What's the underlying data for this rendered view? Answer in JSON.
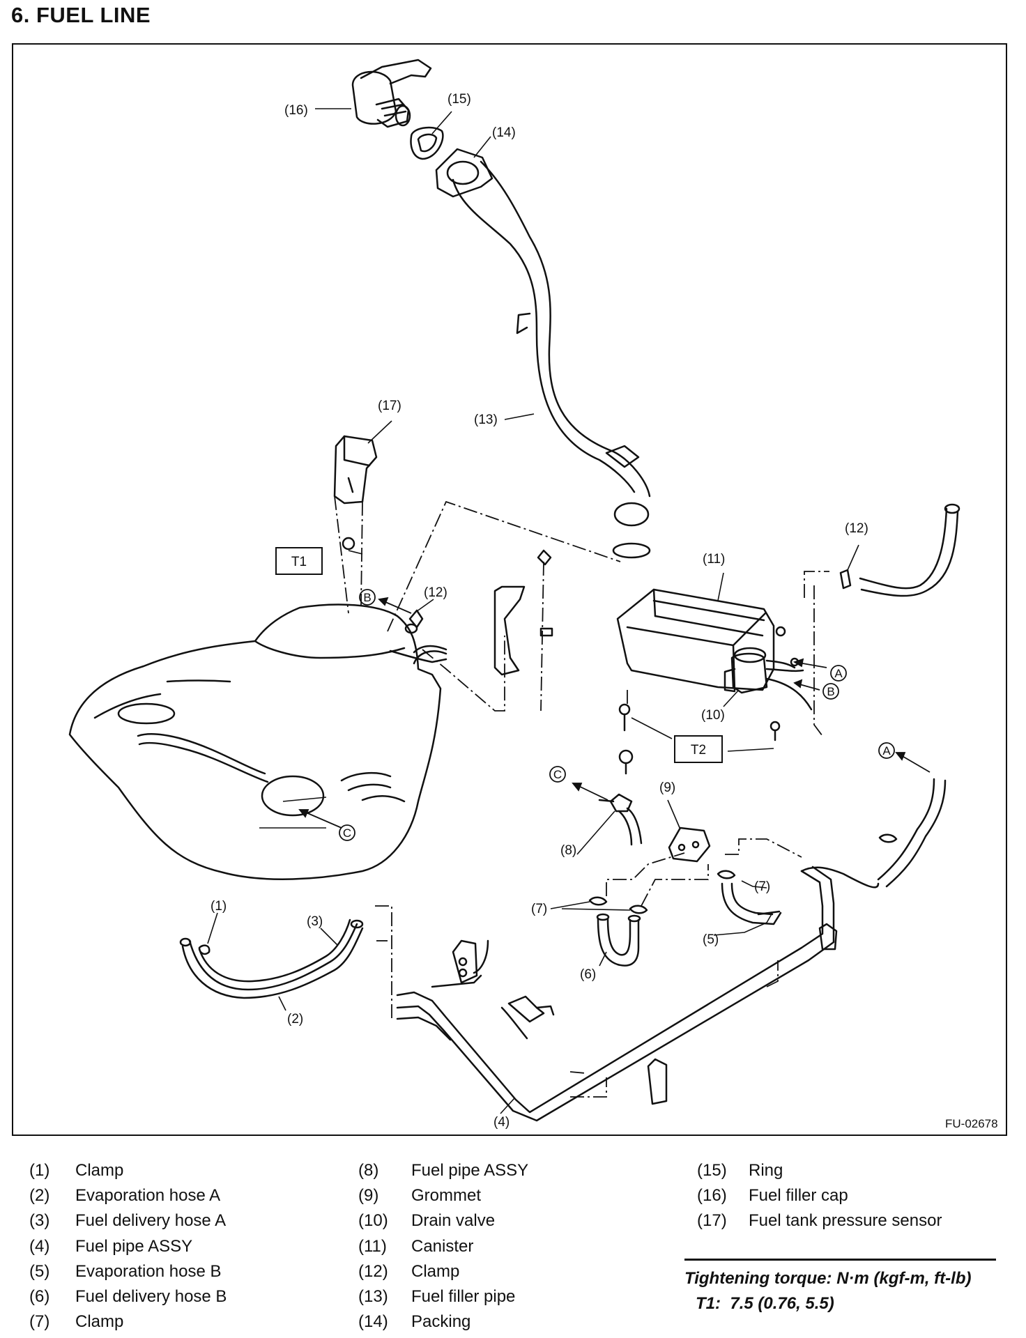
{
  "title": "6.  FUEL LINE",
  "figure_id": "FU-02678",
  "diagram": {
    "callouts": {
      "c1": "(1)",
      "c2": "(2)",
      "c3": "(3)",
      "c4": "(4)",
      "c5": "(5)",
      "c6": "(6)",
      "c7a": "(7)",
      "c7b": "(7)",
      "c8": "(8)",
      "c9": "(9)",
      "c10": "(10)",
      "c11": "(11)",
      "c12a": "(12)",
      "c12b": "(12)",
      "c13": "(13)",
      "c14": "(14)",
      "c15": "(15)",
      "c16": "(16)",
      "c17": "(17)"
    },
    "torque_tags": {
      "t1": "T1",
      "t2": "T2"
    },
    "ref_marks": {
      "a1": "A",
      "a2": "A",
      "b1": "B",
      "b2": "B",
      "c1": "C",
      "c2": "C"
    }
  },
  "legend": {
    "col1": [
      {
        "num": "(1)",
        "name": "Clamp"
      },
      {
        "num": "(2)",
        "name": "Evaporation hose A"
      },
      {
        "num": "(3)",
        "name": "Fuel delivery hose A"
      },
      {
        "num": "(4)",
        "name": "Fuel pipe ASSY"
      },
      {
        "num": "(5)",
        "name": "Evaporation hose B"
      },
      {
        "num": "(6)",
        "name": "Fuel delivery hose B"
      },
      {
        "num": "(7)",
        "name": "Clamp"
      }
    ],
    "col2": [
      {
        "num": "(8)",
        "name": "Fuel pipe ASSY"
      },
      {
        "num": "(9)",
        "name": "Grommet"
      },
      {
        "num": "(10)",
        "name": "Drain valve"
      },
      {
        "num": "(11)",
        "name": "Canister"
      },
      {
        "num": "(12)",
        "name": "Clamp"
      },
      {
        "num": "(13)",
        "name": "Fuel filler pipe"
      },
      {
        "num": "(14)",
        "name": "Packing"
      }
    ],
    "col3": [
      {
        "num": "(15)",
        "name": "Ring"
      },
      {
        "num": "(16)",
        "name": "Fuel filler cap"
      },
      {
        "num": "(17)",
        "name": "Fuel tank pressure sensor"
      }
    ]
  },
  "torque": {
    "heading": "Tightening torque: N·m (kgf-m, ft-lb)",
    "t1_label": "T1:",
    "t1_value": "7.5 (0.76, 5.5)"
  }
}
